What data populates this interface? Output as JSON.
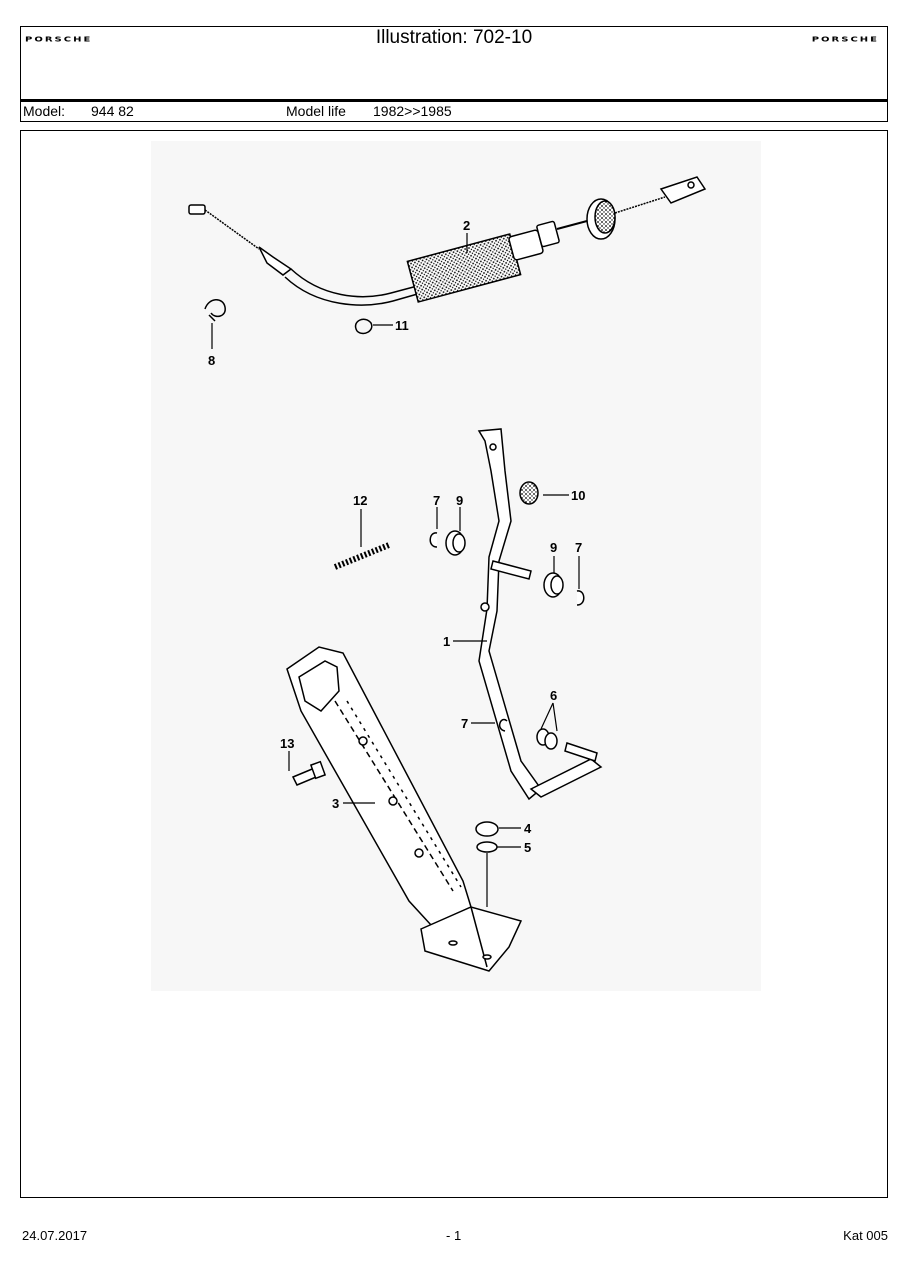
{
  "header": {
    "logo_left": "PORSCHE",
    "logo_right": "PORSCHE",
    "title": "Illustration: 702-10",
    "model_label": "Model:",
    "model_value": "944 82",
    "model_life_label": "Model life",
    "model_life_value": "1982>>1985"
  },
  "callouts": {
    "c1": "1",
    "c2": "2",
    "c3": "3",
    "c4": "4",
    "c5": "5",
    "c6": "6",
    "c7a": "7",
    "c7b": "7",
    "c7c": "7",
    "c8": "8",
    "c9a": "9",
    "c9b": "9",
    "c10": "10",
    "c11": "11",
    "c12": "12",
    "c13": "13"
  },
  "footer": {
    "date": "24.07.2017",
    "page": "- 1",
    "catalog": "Kat 005"
  }
}
